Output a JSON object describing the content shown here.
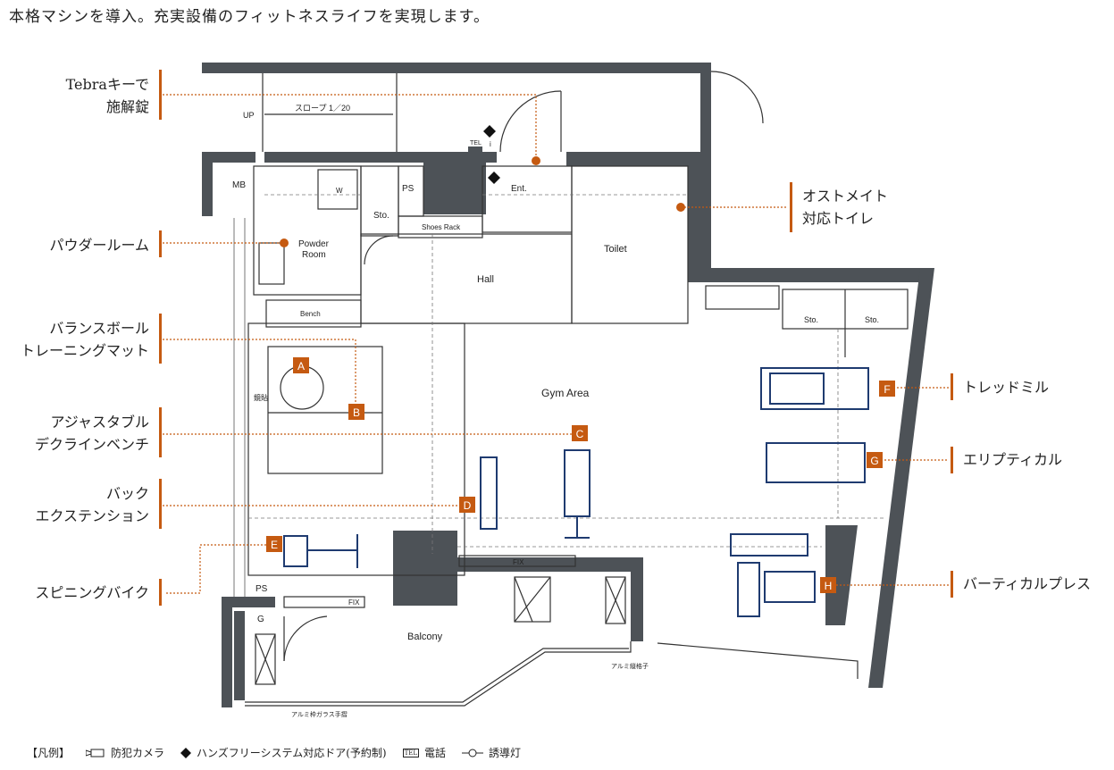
{
  "headline": "本格マシンを導入。充実設備のフィットネスライフを実現します。",
  "left_labels": [
    {
      "id": "tebra",
      "lines": [
        "Tebraキーで",
        "施解錠"
      ]
    },
    {
      "id": "powder",
      "lines": [
        "パウダールーム"
      ]
    },
    {
      "id": "balance",
      "lines": [
        "バランスボール",
        "トレーニングマット"
      ]
    },
    {
      "id": "bench",
      "lines": [
        "アジャスタブル",
        "デクラインベンチ"
      ]
    },
    {
      "id": "back",
      "lines": [
        "バック",
        "エクステンション"
      ]
    },
    {
      "id": "spin",
      "lines": [
        "スピニングバイク"
      ]
    }
  ],
  "right_labels": [
    {
      "id": "ostomate",
      "lines": [
        "オストメイト",
        "対応トイレ"
      ]
    },
    {
      "id": "treadmill",
      "lines": [
        "トレッドミル"
      ]
    },
    {
      "id": "elliptical",
      "lines": [
        "エリプティカル"
      ]
    },
    {
      "id": "vpress",
      "lines": [
        "バーティカルプレス"
      ]
    }
  ],
  "markers": [
    "A",
    "B",
    "C",
    "D",
    "E",
    "F",
    "G",
    "H"
  ],
  "rooms": {
    "mb": "MB",
    "w": "W",
    "ps": "PS",
    "sto": "Sto.",
    "ent": "Ent.",
    "shoes": "Shoes Rack",
    "powder1": "Powder",
    "powder2": "Room",
    "toilet": "Toilet",
    "hall": "Hall",
    "bench": "Bench",
    "gym": "Gym Area",
    "sto_r1": "Sto.",
    "sto_r2": "Sto.",
    "fix1": "FIX",
    "fix2": "FIX",
    "ps2": "PS",
    "g": "G",
    "balcony": "Balcony",
    "up": "UP",
    "slope": "スロープ 1／20",
    "keiji": "鏡貼",
    "aluminum": "アルミ縦格子",
    "railing": "アルミ枠ガラス手摺",
    "tel": "TEL",
    "info": "i"
  },
  "legend": {
    "title": "【凡例】",
    "camera": "防犯カメラ",
    "handsfree": "ハンズフリーシステム対応ドア(予約制)",
    "tel_icon": "TEL",
    "phone": "電話",
    "light": "誘導灯"
  },
  "colors": {
    "accent": "#c55a11",
    "wall": "#4d5257",
    "equip": "#1f3b70"
  }
}
